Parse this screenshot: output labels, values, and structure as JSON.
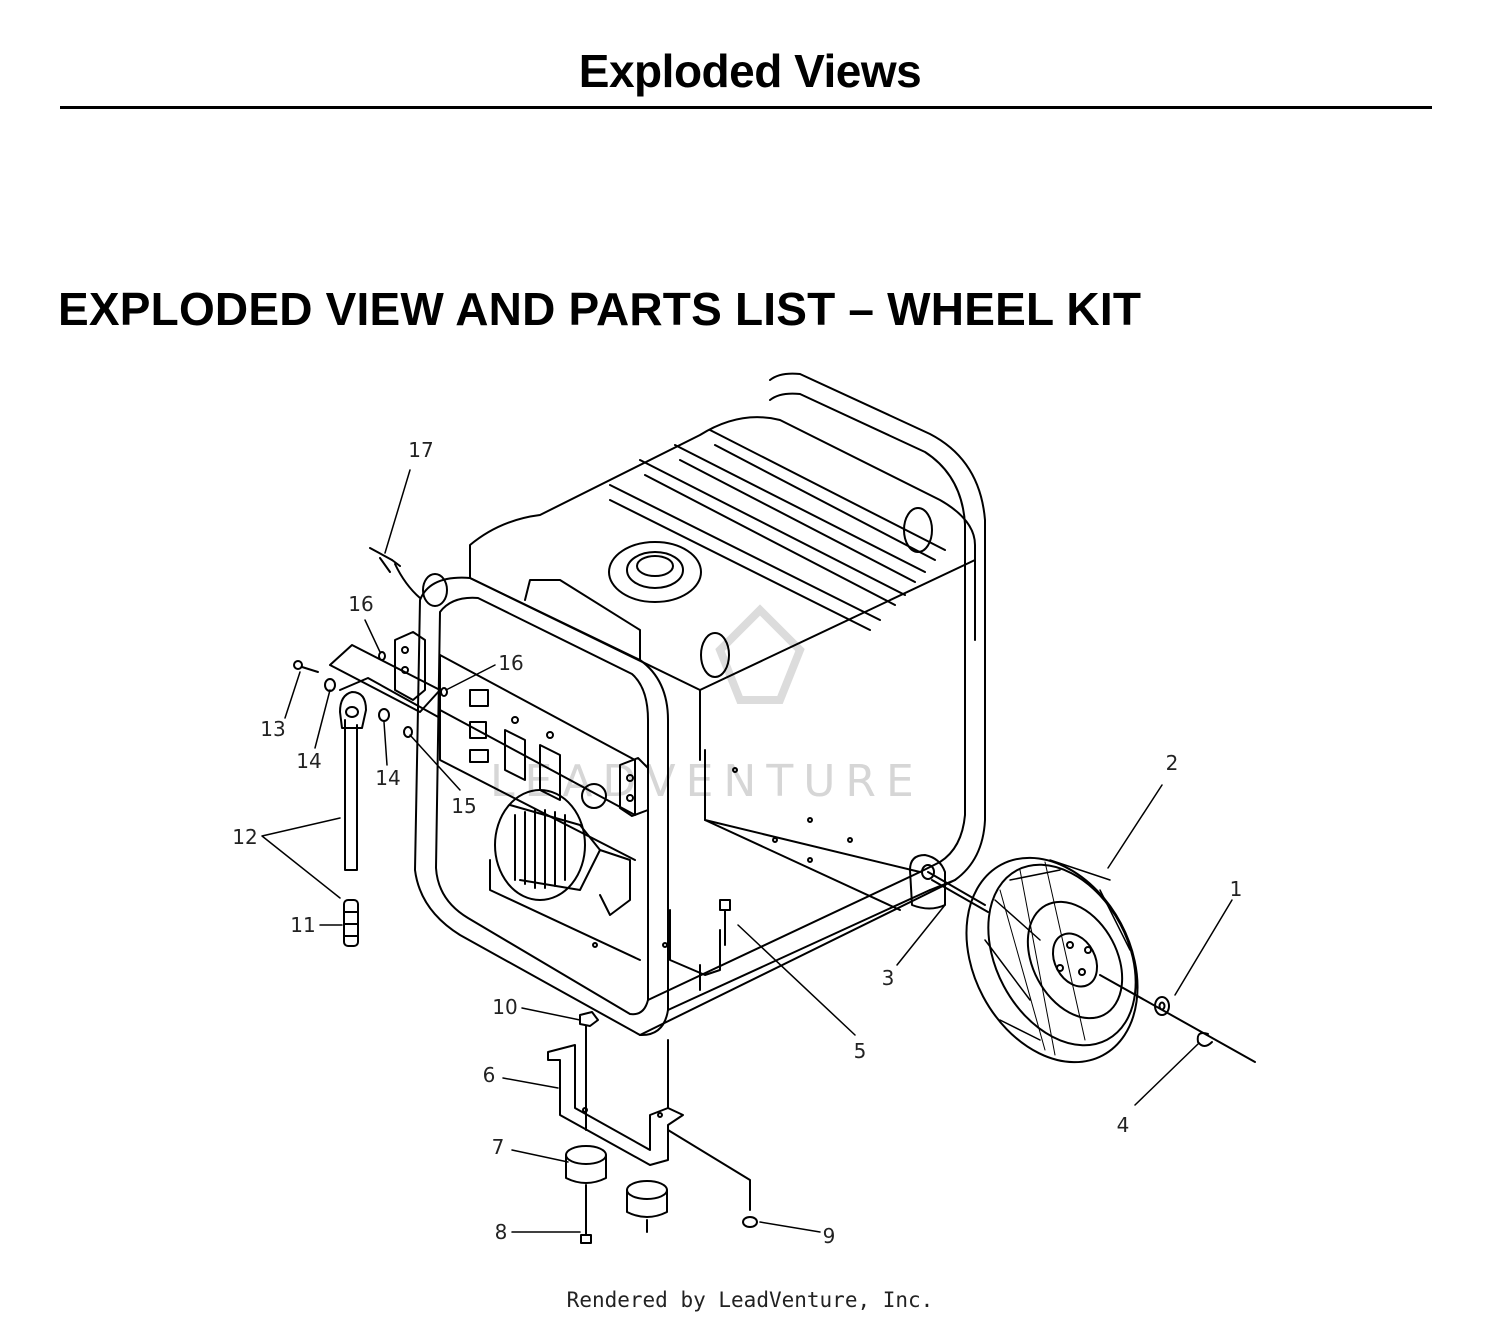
{
  "header": {
    "title": "Exploded Views"
  },
  "section": {
    "title": "EXPLODED VIEW AND PARTS LIST – WHEEL KIT"
  },
  "watermark": {
    "text": "LEADVENTURE"
  },
  "callouts": [
    "1",
    "2",
    "3",
    "4",
    "5",
    "6",
    "7",
    "8",
    "9",
    "10",
    "11",
    "12",
    "13",
    "14",
    "14",
    "15",
    "16",
    "16",
    "17"
  ],
  "footer": {
    "text": "Rendered by LeadVenture, Inc."
  }
}
